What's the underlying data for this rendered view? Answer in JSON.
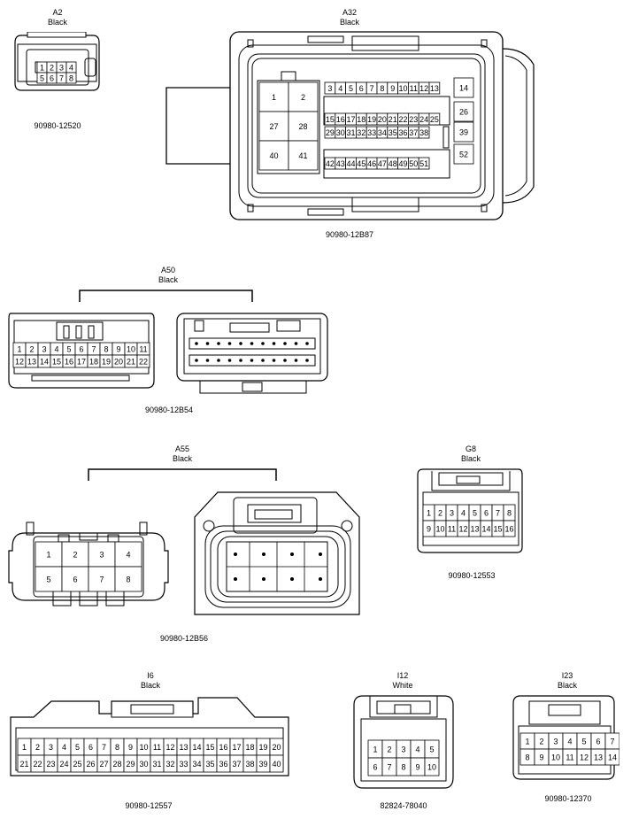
{
  "connectors": {
    "a2": {
      "id": "A2",
      "color": "Black",
      "part": "90980-12520"
    },
    "a32": {
      "id": "A32",
      "color": "Black",
      "part": "90980-12B87"
    },
    "a50": {
      "id": "A50",
      "color": "Black",
      "part": "90980-12B54"
    },
    "a55": {
      "id": "A55",
      "color": "Black",
      "part": "90980-12B56"
    },
    "g8": {
      "id": "G8",
      "color": "Black",
      "part": "90980-12553"
    },
    "i6": {
      "id": "I6",
      "color": "Black",
      "part": "90980-12557"
    },
    "i12": {
      "id": "I12",
      "color": "White",
      "part": "82824-78040"
    },
    "i23": {
      "id": "I23",
      "color": "Black",
      "part": "90980-12370"
    }
  },
  "pins": {
    "a2": [
      [
        "1",
        "2",
        "3",
        "4"
      ],
      [
        "5",
        "6",
        "7",
        "8"
      ]
    ],
    "a32_big": [
      [
        "1",
        "2"
      ],
      [
        "27",
        "28"
      ],
      [
        "40",
        "41"
      ]
    ],
    "a32_r1": [
      "3",
      "4",
      "5",
      "6",
      "7",
      "8",
      "9",
      "10",
      "11",
      "12",
      "13"
    ],
    "a32_r2": [
      "15",
      "16",
      "17",
      "18",
      "19",
      "20",
      "21",
      "22",
      "23",
      "24",
      "25"
    ],
    "a32_r3": [
      "29",
      "30",
      "31",
      "32",
      "33",
      "34",
      "35",
      "36",
      "37",
      "38"
    ],
    "a32_r4": [
      "42",
      "43",
      "44",
      "45",
      "46",
      "47",
      "48",
      "49",
      "50",
      "51"
    ],
    "a32_side": [
      "14",
      "26",
      "39",
      "52"
    ],
    "a50": [
      [
        "1",
        "2",
        "3",
        "4",
        "5",
        "6",
        "7",
        "8",
        "9",
        "10",
        "11"
      ],
      [
        "12",
        "13",
        "14",
        "15",
        "16",
        "17",
        "18",
        "19",
        "20",
        "21",
        "22"
      ]
    ],
    "a55": [
      [
        "1",
        "2",
        "3",
        "4"
      ],
      [
        "5",
        "6",
        "7",
        "8"
      ]
    ],
    "g8": [
      [
        "1",
        "2",
        "3",
        "4",
        "5",
        "6",
        "7",
        "8"
      ],
      [
        "9",
        "10",
        "11",
        "12",
        "13",
        "14",
        "15",
        "16"
      ]
    ],
    "i6": [
      [
        "1",
        "2",
        "3",
        "4",
        "5",
        "6",
        "7",
        "8",
        "9",
        "10",
        "11",
        "12",
        "13",
        "14",
        "15",
        "16",
        "17",
        "18",
        "19",
        "20"
      ],
      [
        "21",
        "22",
        "23",
        "24",
        "25",
        "26",
        "27",
        "28",
        "29",
        "30",
        "31",
        "32",
        "33",
        "34",
        "35",
        "36",
        "37",
        "38",
        "39",
        "40"
      ]
    ],
    "i12": [
      [
        "1",
        "2",
        "3",
        "4",
        "5"
      ],
      [
        "6",
        "7",
        "8",
        "9",
        "10"
      ]
    ],
    "i23": [
      [
        "1",
        "2",
        "3",
        "4",
        "5",
        "6",
        "7"
      ],
      [
        "8",
        "9",
        "10",
        "11",
        "12",
        "13",
        "14"
      ]
    ]
  }
}
